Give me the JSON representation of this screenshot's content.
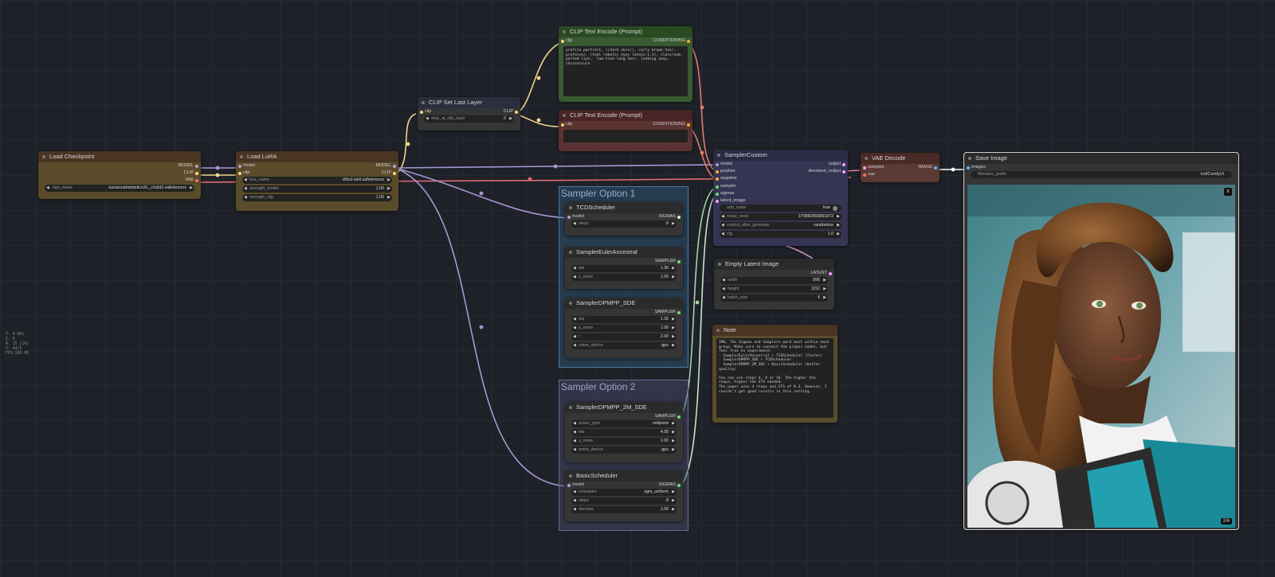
{
  "stats": [
    "T: 0.00s",
    "I: 0",
    "N: 15 [14]",
    "V: 44/1",
    "FPS:100.00"
  ],
  "groups": {
    "g1": {
      "title": "Sampler Option 1"
    },
    "g2": {
      "title": "Sampler Option 2"
    }
  },
  "load_checkpoint": {
    "title": "Load Checkpoint",
    "outputs": [
      "MODEL",
      "CLIP",
      "VAE"
    ],
    "ckpt_label": "ckpt_name",
    "ckpt_value": "lucianosb\\sinteticoXL_v1dot2.safetensors"
  },
  "load_lora": {
    "title": "Load LoRA",
    "in_model": "model",
    "in_clip": "clip",
    "out_model": "MODEL",
    "out_clip": "CLIP",
    "widgets": [
      {
        "label": "lora_name",
        "value": "xl\\tcd-sdxl.safetensors"
      },
      {
        "label": "strength_model",
        "value": "1.00"
      },
      {
        "label": "strength_clip",
        "value": "1.00"
      }
    ]
  },
  "clip_set_last": {
    "title": "CLIP Set Last Layer",
    "in": "clip",
    "out": "CLIP",
    "w_label": "stop_at_clip_layer",
    "w_value": "-2"
  },
  "clip_pos": {
    "title": "CLIP Text Encode (Prompt)",
    "in": "clip",
    "out": "CONDITIONING",
    "text": "profile portrait, ((dark skin)), curly brown hair, professor, (teal robotic eyes lenses:1.2), classroom, parted lips,  low-tied long hair, looking away, chiaroscuro"
  },
  "clip_neg": {
    "title": "CLIP Text Encode (Prompt)",
    "in": "clip",
    "out": "CONDITIONING",
    "text": ""
  },
  "tcd": {
    "title": "TCDScheduler",
    "in": "model",
    "out": "SIGMAS",
    "widgets": [
      {
        "label": "steps",
        "value": "8"
      }
    ]
  },
  "euler": {
    "title": "SamplerEulerAncestral",
    "out": "SAMPLER",
    "widgets": [
      {
        "label": "eta",
        "value": "1.30"
      },
      {
        "label": "s_noise",
        "value": "1.00"
      }
    ]
  },
  "dpmpp_sde": {
    "title": "SamplerDPMPP_SDE",
    "out": "SAMPLER",
    "widgets": [
      {
        "label": "eta",
        "value": "1.30"
      },
      {
        "label": "s_noise",
        "value": "1.00"
      },
      {
        "label": "r",
        "value": "2.00"
      },
      {
        "label": "noise_device",
        "value": "gpu"
      }
    ]
  },
  "dpmpp_2m": {
    "title": "SamplerDPMPP_2M_SDE",
    "out": "SAMPLER",
    "widgets": [
      {
        "label": "solver_type",
        "value": "midpoint"
      },
      {
        "label": "eta",
        "value": "4.00"
      },
      {
        "label": "s_noise",
        "value": "1.00"
      },
      {
        "label": "noise_device",
        "value": "gpu"
      }
    ]
  },
  "basic": {
    "title": "BasicScheduler",
    "in": "model",
    "out": "SIGMAS",
    "widgets": [
      {
        "label": "scheduler",
        "value": "sgm_uniform"
      },
      {
        "label": "steps",
        "value": "8"
      },
      {
        "label": "denoise",
        "value": "1.00"
      }
    ]
  },
  "sampler_custom": {
    "title": "SamplerCustom",
    "inputs": [
      "model",
      "positive",
      "negative",
      "sampler",
      "sigmas",
      "latent_image"
    ],
    "outputs": [
      "output",
      "denoised_output"
    ],
    "add_noise": {
      "label": "add_noise",
      "value": "true"
    },
    "widgets": [
      {
        "label": "noise_seed",
        "value": "379882666891872"
      },
      {
        "label": "control_after_generate",
        "value": "randomize"
      },
      {
        "label": "cfg",
        "value": "1.0"
      }
    ]
  },
  "empty_latent": {
    "title": "Empty Latent Image",
    "out": "LATENT",
    "widgets": [
      {
        "label": "width",
        "value": "896"
      },
      {
        "label": "height",
        "value": "1152"
      },
      {
        "label": "batch_size",
        "value": "4"
      }
    ]
  },
  "note": {
    "title": "Note",
    "text": "IMO, The Sigmas and Samplers work best within each group. Make sure to connect the proper nodes, but feel free to experiment:\n- SamplerEulerAncestral + TCDScheduler (faster)\n- SamplerDPMPP_SDE + TCDScheduler\n- SamplerDPMPP_2M_SDE + BasicScheduler (better quality)\n\nYou can use steps 4, 8 or 16. The higher the steps, higher the ETA needed.\nThe paper uses 4 steps and ETA of 0.3. However, I couldn't get good results in this setting."
  },
  "vae_decode": {
    "title": "VAE Decode",
    "in_samples": "samples",
    "in_vae": "vae",
    "out": "IMAGE"
  },
  "save_image": {
    "title": "Save Image",
    "in": "images",
    "w_label": "filename_prefix",
    "w_value": "tcd/ComfyUI",
    "close": "x",
    "counter": "2/4"
  },
  "colors": {
    "model": "#b39ddb",
    "clip": "#ffd580",
    "vae": "#ff6e6e",
    "conditioning": "#ffa931",
    "sampler": "#6de07a",
    "sigmas": "#cdffcd",
    "latent": "#ff9cf9",
    "image": "#64b5f6"
  }
}
